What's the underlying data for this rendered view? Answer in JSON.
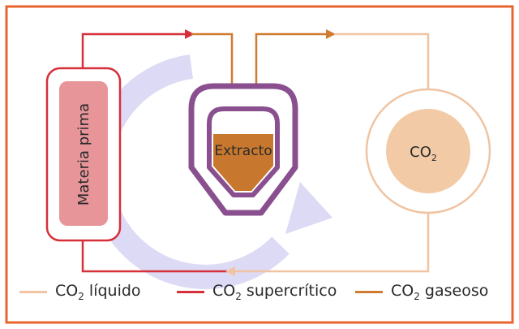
{
  "labels": {
    "raw_material": "Materia prima",
    "extract": "Extracto",
    "co2_main": "CO",
    "co2_sub": "2"
  },
  "legend": [
    {
      "main": "CO",
      "sub": "2",
      "rest": " líquido",
      "color": "#f0c4a2"
    },
    {
      "main": "CO",
      "sub": "2",
      "rest": " supercrítico",
      "color": "#d6303a"
    },
    {
      "main": "CO",
      "sub": "2",
      "rest": " gaseoso",
      "color": "#d07a32"
    }
  ],
  "colors": {
    "frame": "#e8652e",
    "liquid_co2": "#f0c4a2",
    "supercritical_co2": "#d6303a",
    "gaseous_co2": "#d07a32",
    "vessel": "#8a4f8e",
    "extract_fill": "#c8782e",
    "raw_material_fill": "#e8959a",
    "cycle_arrow": "#dcdaf4",
    "co2_tank_fill": "#f2caa6"
  }
}
